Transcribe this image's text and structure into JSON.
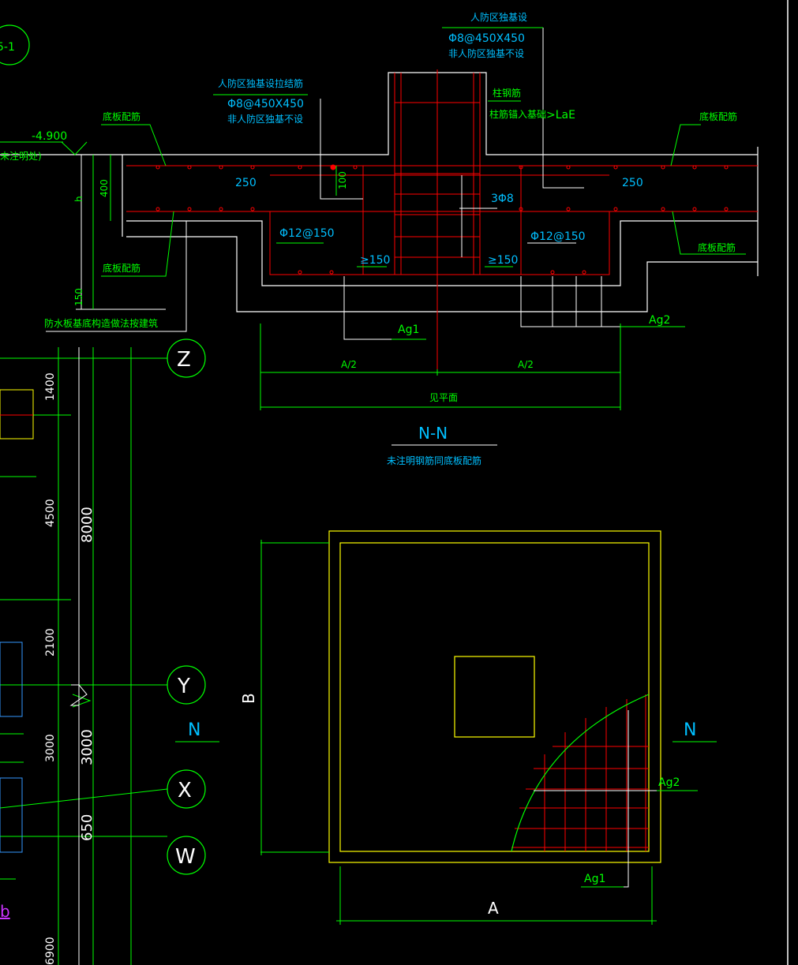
{
  "colors": {
    "background": "#000000",
    "white": "#ffffff",
    "green": "#00ff00",
    "red": "#ff0000",
    "yellow": "#ffff00",
    "cyan": "#00bfff",
    "blue": "#3399ff",
    "magenta": "#cc33ff"
  },
  "section": {
    "title": "N-N",
    "note": "未注明钢筋同底板配筋",
    "elevation": "-4.900",
    "elevation_note": "未注明处)",
    "tie_label": "人防区独基设拉结筋",
    "tie_spec": "Φ8@450X450",
    "tie_note": "非人防区独基不设",
    "top_label": "人防区独基设",
    "top_spec": "Φ8@450X450",
    "top_note": "非人防区独基不设",
    "column_bar": "柱钢筋",
    "column_anchor": "柱筋锚入基础",
    "anchor_len": ">LaE",
    "slab_rebar_tl": "底板配筋",
    "slab_rebar_tr": "底板配筋",
    "slab_rebar_bl": "底板配筋",
    "slab_rebar_br": "底板配筋",
    "dim_250_left": "250",
    "dim_250_right": "250",
    "dim_400": "400",
    "dim_100": "100",
    "dim_150": "150",
    "dim_h": "h",
    "bar_3phi8": "3Φ8",
    "bar_left": "Φ12@150",
    "bar_right": "Φ12@150",
    "ge150_left": "≥150",
    "ge150_right": "≥150",
    "ag1": "Ag1",
    "ag2": "Ag2",
    "half_a_left": "A/2",
    "half_a_right": "A/2",
    "see_plan": "见平面",
    "waterproof": "防水板基底构造做法按建筑",
    "cut_mark": "5-1"
  },
  "plan": {
    "dim_a": "A",
    "dim_b": "B",
    "ag1": "Ag1",
    "ag2": "Ag2",
    "n_left": "N",
    "n_right": "N"
  },
  "axes": {
    "z": "Z",
    "y": "Y",
    "x": "X",
    "w": "W",
    "d1400": "1400",
    "d4500": "4500",
    "d8000": "8000",
    "d2100": "2100",
    "d3000a": "3000",
    "d3000b": "3000",
    "d650": "650",
    "d6900": "6900",
    "link_b": "b"
  }
}
